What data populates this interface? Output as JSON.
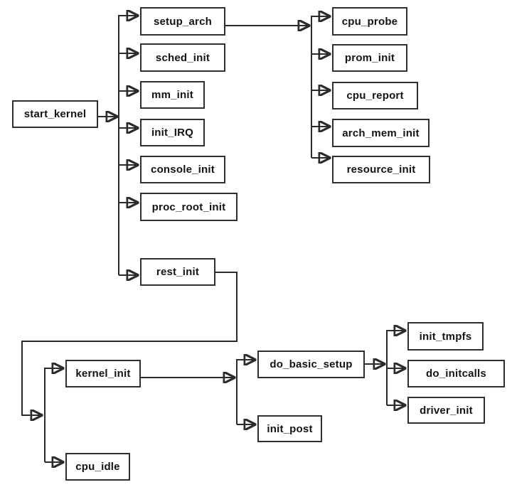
{
  "diagram": {
    "description": "Linux kernel boot sequence call-tree flowchart",
    "background_color": "#ffffff",
    "line_color": "#2b2b2b",
    "box_border_color": "#2e2e2e",
    "box_fill_color": "#ffffff",
    "text_color": "#141414",
    "nodes": [
      {
        "id": "start_kernel",
        "label": "start_kernel"
      },
      {
        "id": "setup_arch",
        "label": "setup_arch"
      },
      {
        "id": "sched_init",
        "label": "sched_init"
      },
      {
        "id": "mm_init",
        "label": "mm_init"
      },
      {
        "id": "init_IRQ",
        "label": "init_IRQ"
      },
      {
        "id": "console_init",
        "label": "console_init"
      },
      {
        "id": "proc_root_init",
        "label": "proc_root_init"
      },
      {
        "id": "rest_init",
        "label": "rest_init"
      },
      {
        "id": "cpu_probe",
        "label": "cpu_probe"
      },
      {
        "id": "prom_init",
        "label": "prom_init"
      },
      {
        "id": "cpu_report",
        "label": "cpu_report"
      },
      {
        "id": "arch_mem_init",
        "label": "arch_mem_init"
      },
      {
        "id": "resource_init",
        "label": "resource_init"
      },
      {
        "id": "kernel_init",
        "label": "kernel_init"
      },
      {
        "id": "cpu_idle",
        "label": "cpu_idle"
      },
      {
        "id": "do_basic_setup",
        "label": "do_basic_setup"
      },
      {
        "id": "init_post",
        "label": "init_post"
      },
      {
        "id": "init_tmpfs",
        "label": "init_tmpfs"
      },
      {
        "id": "do_initcalls",
        "label": "do_initcalls"
      },
      {
        "id": "driver_init",
        "label": "driver_init"
      }
    ],
    "edges": [
      {
        "from": "start_kernel",
        "to": [
          "setup_arch",
          "sched_init",
          "mm_init",
          "init_IRQ",
          "console_init",
          "proc_root_init",
          "rest_init"
        ]
      },
      {
        "from": "setup_arch",
        "to": [
          "cpu_probe",
          "prom_init",
          "cpu_report",
          "arch_mem_init",
          "resource_init"
        ]
      },
      {
        "from": "rest_init",
        "to": [
          "kernel_init",
          "cpu_idle"
        ]
      },
      {
        "from": "kernel_init",
        "to": [
          "do_basic_setup",
          "init_post"
        ]
      },
      {
        "from": "do_basic_setup",
        "to": [
          "init_tmpfs",
          "do_initcalls",
          "driver_init"
        ]
      }
    ]
  }
}
